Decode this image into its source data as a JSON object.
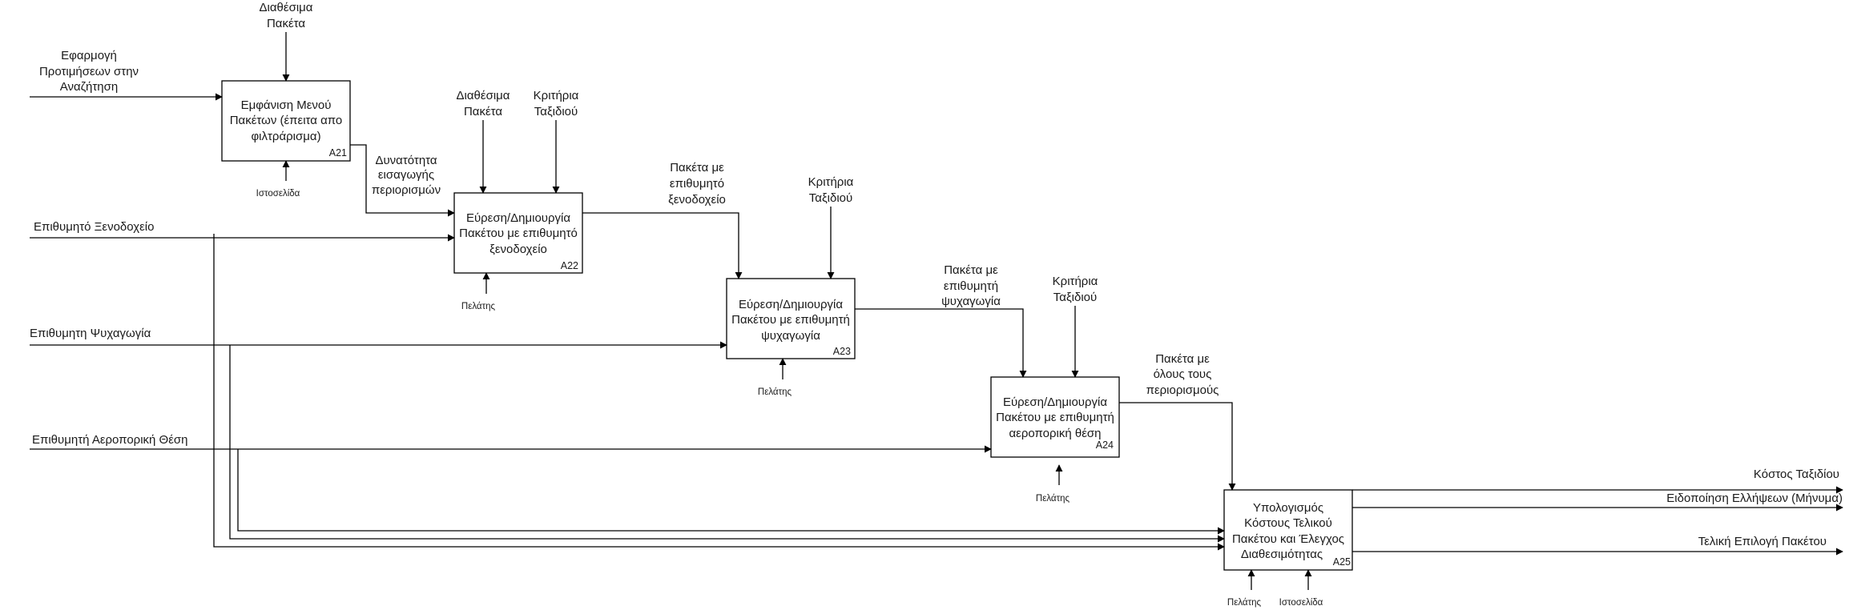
{
  "boxes": {
    "a21": {
      "lines": [
        "Εμφάνιση Μενού",
        "Πακέτων (έπειτα απο",
        "φιλτράρισμα)"
      ],
      "id": "A21"
    },
    "a22": {
      "lines": [
        "Εύρεση/Δημιουργία",
        "Πακέτου με επιθυμητό",
        "ξενοδοχείο"
      ],
      "id": "A22"
    },
    "a23": {
      "lines": [
        "Εύρεση/Δημιουργία",
        "Πακέτου με επιθυμητή",
        "ψυχαγωγία"
      ],
      "id": "A23"
    },
    "a24": {
      "lines": [
        "Εύρεση/Δημιουργία",
        "Πακέτου με επιθυμητή",
        "αεροπορική θέση"
      ],
      "id": "A24"
    },
    "a25": {
      "lines": [
        "Υπολογισμός",
        "Κόστους Τελικού",
        "Πακέτου και Έλεγχος",
        "Διαθεσιμότητας"
      ],
      "id": "A25"
    }
  },
  "inputs": {
    "preferences": [
      "Εφαρμογή",
      "Προτιμήσεων στην",
      "Αναζήτηση"
    ],
    "hotel": "Επιθυμητό Ξενοδοχείο",
    "entertainment": "Επιθυμητη Ψυχαγωγία",
    "flight": "Επιθυμητή Αεροπορική Θέση"
  },
  "controls": {
    "available_packages_top": [
      "Διαθέσιμα",
      "Πακέτα"
    ],
    "available_packages_a22": [
      "Διαθέσιμα",
      "Πακέτα"
    ],
    "criteria_a22": [
      "Κριτήρια",
      "Ταξιδιού"
    ],
    "criteria_a23": [
      "Κριτήρια",
      "Ταξιδιού"
    ],
    "criteria_a24": [
      "Κριτήρια",
      "Ταξιδιού"
    ]
  },
  "flows": {
    "restrictions_option": [
      "Δυνατότητα",
      "εισαγωγής",
      "περιορισμών"
    ],
    "packages_hotel": [
      "Πακέτα με",
      "επιθυμητό",
      "ξενοδοχείο"
    ],
    "packages_entertainment": [
      "Πακέτα με",
      "επιθυμητή",
      "ψυχαγωγία"
    ],
    "packages_all": [
      "Πακέτα με",
      "όλους τους",
      "περιορισμούς"
    ]
  },
  "mechanisms": {
    "website_a21": "Ιστοσελίδα",
    "customer_a22": "Πελάτης",
    "customer_a23": "Πελάτης",
    "customer_a24": "Πελάτης",
    "customer_a25": "Πελάτης",
    "website_a25": "Ιστοσελίδα"
  },
  "outputs": {
    "trip_cost": "Κόστος Ταξιδίου",
    "shortage_notice": "Ειδοποίηση Ελλήψεων (Μήνυμα)",
    "final_selection": "Τελική Επιλογή Πακέτου"
  }
}
